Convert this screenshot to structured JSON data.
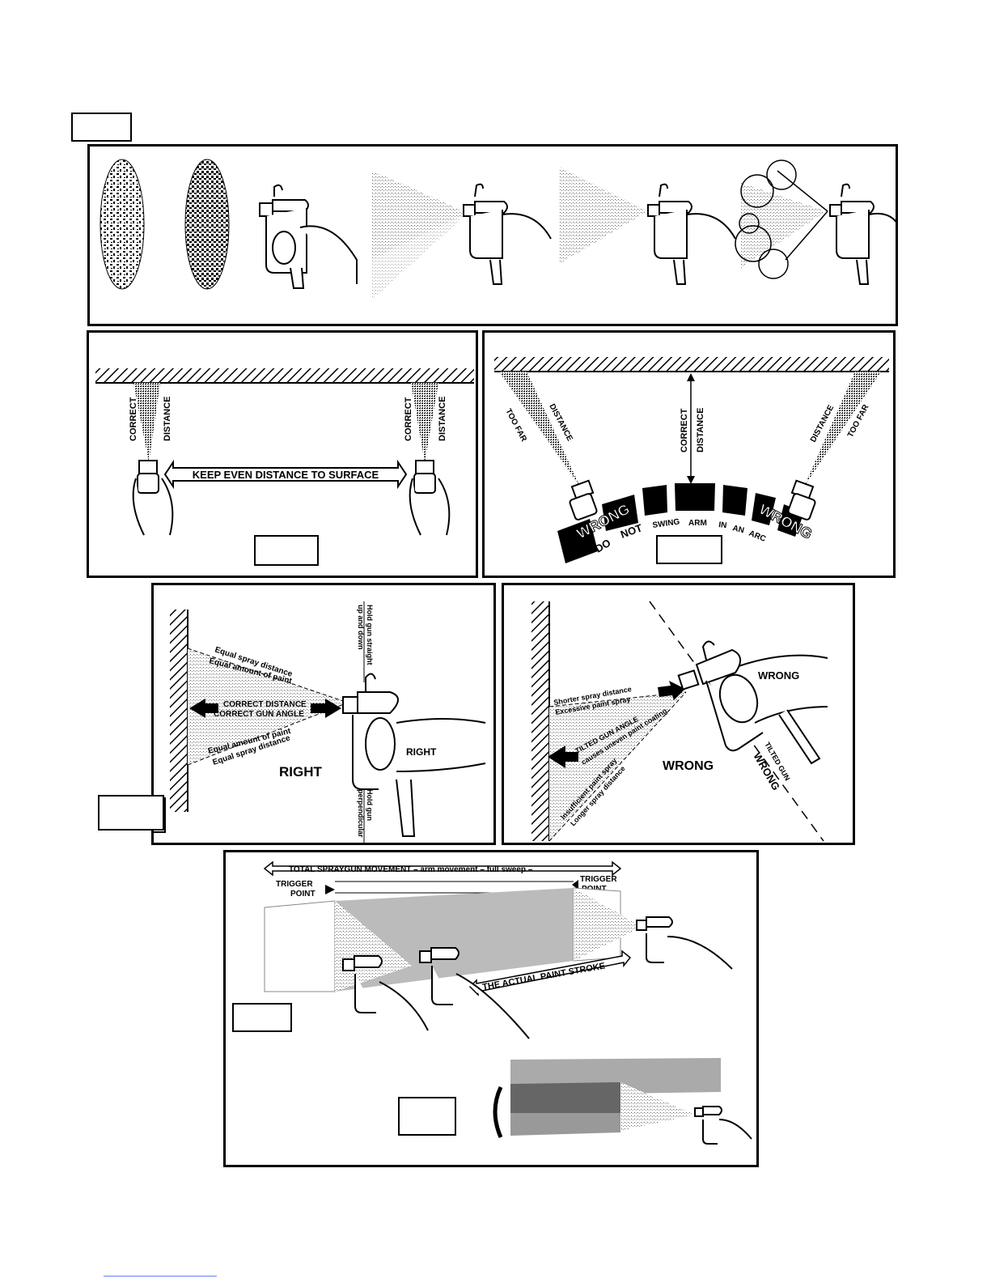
{
  "panel2": {
    "correct": "CORRECT",
    "distance": "DISTANCE",
    "keep_even": "KEEP EVEN DISTANCE TO SURFACE"
  },
  "panel3": {
    "too_far": "TOO FAR",
    "distance": "DISTANCE",
    "correct": "CORRECT",
    "wrong": "WRONG",
    "do_not_swing": [
      "DO",
      "NOT",
      "SWING",
      "ARM",
      "IN",
      "AN",
      "ARC"
    ]
  },
  "panel4": {
    "equal_spray_distance": "Equal spray distance",
    "equal_amount_of_paint": "Equal amount of paint",
    "correct_distance": "CORRECT DISTANCE",
    "correct_gun_angle": "CORRECT GUN ANGLE",
    "equal_amount_of_paint_2": "Equal amount of paint",
    "equal_spray_distance_2": "Equal spray distance",
    "right": "RIGHT",
    "right_small": "RIGHT",
    "hold_gun_straight": "Hold gun straight",
    "up_and_down": "up and down",
    "hold_gun": "Hold gun",
    "perpendicular": "perpendicular"
  },
  "panel5": {
    "shorter_spray_distance": "Shorter spray distance",
    "excessive_paint_spray": "Excessive paint spray",
    "tilted_gun_angle": "TILTED GUN ANGLE",
    "causes_uneven": "causes uneven paint coating",
    "insufficient_paint_spray": "Insufficient paint spray",
    "longer_spray_distance": "Longer spray distance",
    "wrong": "WRONG",
    "wrong_small": "WRONG",
    "tilted_gun": "TILTED GUN",
    "wrong_rot": "WRONG"
  },
  "panel6": {
    "total_movement": "TOTAL SPRAYGUN MOVEMENT – arm movement – full sweep –",
    "trigger": "TRIGGER",
    "point": "POINT",
    "actual_stroke": "THE ACTUAL PAINT STROKE"
  }
}
